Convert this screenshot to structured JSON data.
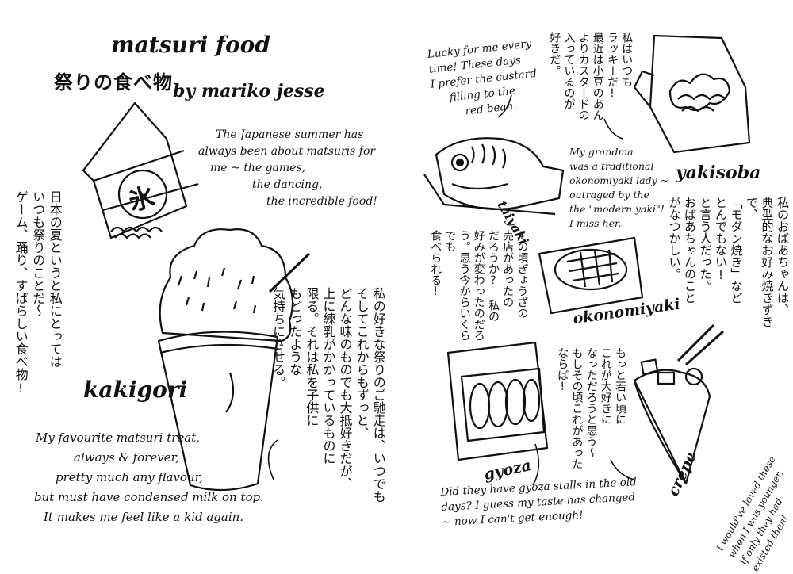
{
  "title": {
    "en": "matsuri food",
    "jp": "祭りの食べ物",
    "byline": "by mariko jesse"
  },
  "intro": {
    "en_lines": [
      "The Japanese summer has",
      "always been about matsuris for",
      "me ~ the games,",
      "the dancing,",
      "the incredible food!"
    ],
    "jp_lines": [
      "日本の夏というと私にとっては",
      "いつも祭りのことだ〜",
      "ゲーム、踊り、すばらしい食べ物!"
    ]
  },
  "kakigori": {
    "label": "kakigori",
    "sign_char": "氷",
    "en_lines": [
      "My favourite matsuri treat,",
      "always & forever,",
      "pretty much any flavour,",
      "but must have condensed milk on top.",
      "It makes me feel like a kid again."
    ],
    "jp_lines": [
      "私の好きな祭りのご馳走は、いつでも",
      "そしてこれからもずっと、",
      "どんな味のものでも大抵好きだが、",
      "上に練乳がかかっているものに",
      "限る。それは私を子供に",
      "もどったような",
      "気持ちにさせる。"
    ]
  },
  "taiyaki": {
    "label": "taiyaki",
    "en_lines": [
      "Lucky for me every",
      "time! These days",
      "I prefer the custard",
      "filling to the",
      "red bean."
    ],
    "jp_lines": [
      "私はいつも",
      "ラッキーだ!",
      "最近は小豆のあん",
      "よりカスタードの",
      "入っているのが",
      "好きだ。"
    ]
  },
  "yakisoba": {
    "label": "yakisoba"
  },
  "okonomiyaki": {
    "label": "okonomiyaki",
    "en_lines": [
      "My grandma",
      "was a traditional",
      "okonomiyaki lady ~",
      "outraged by the",
      "the \"modern yaki\"!",
      "I miss her."
    ],
    "jp_lines": [
      "私のおばあちゃんは、",
      "典型的なお好み焼きずきで、",
      "「モダン焼き」など",
      "とんでもない!",
      "と言う人だった。",
      "おばあちゃんのこと",
      "がなつかしい。"
    ]
  },
  "gyoza": {
    "label": "gyoza",
    "en_lines": [
      "Did they have gyoza stalls in the old",
      "days? I guess my taste has changed",
      "~ now I can't get enough!"
    ],
    "jp_lines": [
      "その頃ぎょうざの",
      "売店があったの",
      "だろうか? 私の",
      "好みが変わったのだろ",
      "う。思う今からいくらでも",
      "食べられる!"
    ]
  },
  "crepe": {
    "label": "crepe",
    "en_lines": [
      "I would've loved these",
      "when I was younger,",
      "if only they had",
      "existed then!"
    ],
    "jp_lines": [
      "もっと若い頃に",
      "これが大好きに",
      "なっただろうと思う〜",
      "もしその頃これがあったならば!"
    ]
  }
}
